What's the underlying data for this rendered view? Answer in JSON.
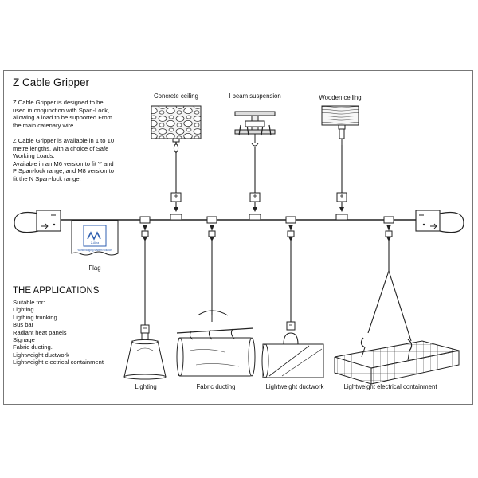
{
  "title": "Z Cable Gripper",
  "intro": [
    "Z Cable Gripper is designed to be",
    "used in conjunction with Span-Lock,",
    "allowing a load to be supported From",
    "the main catenary wire."
  ],
  "availability": [
    "Z Cable Gripper is available in 1 to 10",
    "metre lengths, with a choice of Safe",
    "Working Loads:",
    "Available in an M6 version to fit Y and",
    "P Span-lock range, and M8 version to",
    "fit the N Span-lock range."
  ],
  "applications": {
    "heading": "THE APPLICATIONS",
    "items": [
      "Suitable for:",
      "Lighting.",
      "Ligthing trunking",
      "Bus bar",
      "Radiant heat panels",
      "Signage",
      "Fabric ducting.",
      "Lightweight ductwork",
      "Lightweight electrical containment"
    ]
  },
  "ceilings": {
    "concrete": "Concrete ceiling",
    "ibeam": "I beam suspension",
    "wooden": "Wooden ceiling"
  },
  "flag": {
    "label": "Flag",
    "logo_text": "Z-Ahra",
    "tagline": "world hanging system solution"
  },
  "loads": {
    "lighting": "Lighting",
    "fabric": "Fabric ducting",
    "ductwork": "Lightweight ductwork",
    "containment": "Lightweight electrical containment"
  },
  "colors": {
    "line": "#222222",
    "logo_blue": "#2f5fb0"
  }
}
